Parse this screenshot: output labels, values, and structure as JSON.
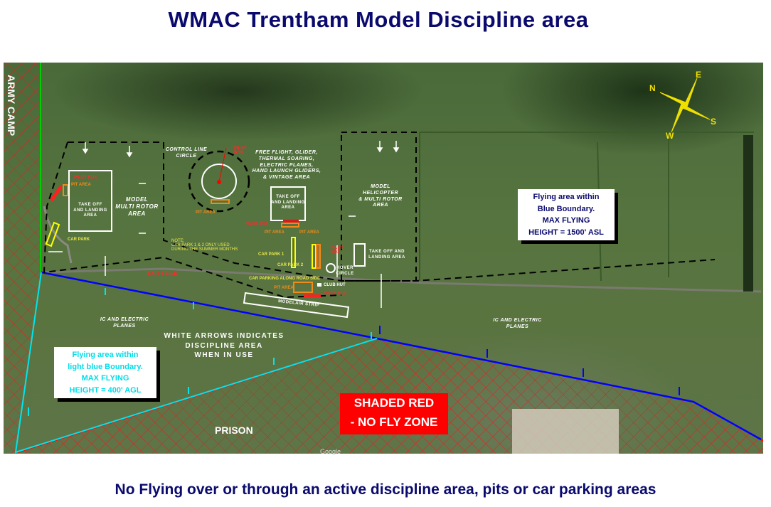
{
  "title": "WMAC Trentham Model Discipline area",
  "footer": "No Flying over or through an active discipline area, pits or car parking areas",
  "colors": {
    "title": "#0a0a6e",
    "no_fly": "#ff0000",
    "blue_boundary": "#0000ff",
    "light_blue_boundary": "#00e5ee",
    "dashed_area": "#000000",
    "car_park": "#ffff00",
    "pit_area": "#f08a1a"
  },
  "map": {
    "army_camp": "ARMY CAMP",
    "compass": {
      "n": "N",
      "e": "E",
      "s": "S",
      "w": "W"
    },
    "areas": {
      "control_line": "CONTROL LINE\nCIRCLE",
      "multi_rotor": "MODEL\nMULTI ROTOR\nAREA",
      "free_flight": "FREE FLIGHT, GLIDER,\nTHERMAL SOARING,\nELECTRIC PLANES,\nHAND LAUNCH GLIDERS,\n& VINTAGE AREA",
      "helicopter": "MODEL\nHELICOPTER\n& MULTI ROTOR\nAREA",
      "takeoff_1": "TAKE OFF\nAND LANDING\nAREA",
      "takeoff_2": "TAKE OFF\nAND LANDING\nAREA",
      "takeoff_3": "TAKE OFF AND\nLANDING AREA",
      "ic_electric_1": "IC AND ELECTRIC\nPLANES",
      "ic_electric_2": "IC AND ELECTRIC\nPLANES",
      "model_air_strip": "MODELAIR STRIP",
      "hover_circle": "HOVER\nCIRCLE",
      "prison": "PRISON"
    },
    "small_labels": {
      "pilot_box_1": "PILOT BOX",
      "pit_area_1": "PIT AREA",
      "car_park": "CAR PARK",
      "pilot_box_2": "PILOT\nBOX",
      "pit_area_2": "PIT AREA",
      "pilot_box_3": "PILOT BOX",
      "pit_area_3": "PIT AREA",
      "pit_area_4": "PIT AREA",
      "car_park_1": "CAR PARK 1",
      "car_park_2": "CAR PARK 2",
      "pilot_box_4": "PILOT\nBOX",
      "car_parking_road": "CAR PARKING ALONG ROAD SIDE",
      "pit_area_5": "PIT AREA",
      "club_hut": "CLUB HUT",
      "pilot_box_5": "PILOT BOX",
      "exit": "EXIT FEILD",
      "note": "NOTE:\nCAR PARK 1 & 2 ONLY USED\nDURING THE SUMMER MONTHS"
    },
    "white_arrows_note": "WHITE ARROWS INDICATES\nDISCIPLINE AREA\nWHEN IN USE",
    "blue_box": [
      "Flying area within",
      "Blue Boundary.",
      "MAX FLYING",
      "HEIGHT = 1500' ASL"
    ],
    "light_blue_box": [
      "Flying area within",
      "light blue Boundary.",
      "MAX FLYING",
      "HEIGHT = 400' AGL"
    ],
    "no_fly": [
      "SHADED RED",
      "- NO FLY ZONE"
    ],
    "attribution": "Google"
  }
}
